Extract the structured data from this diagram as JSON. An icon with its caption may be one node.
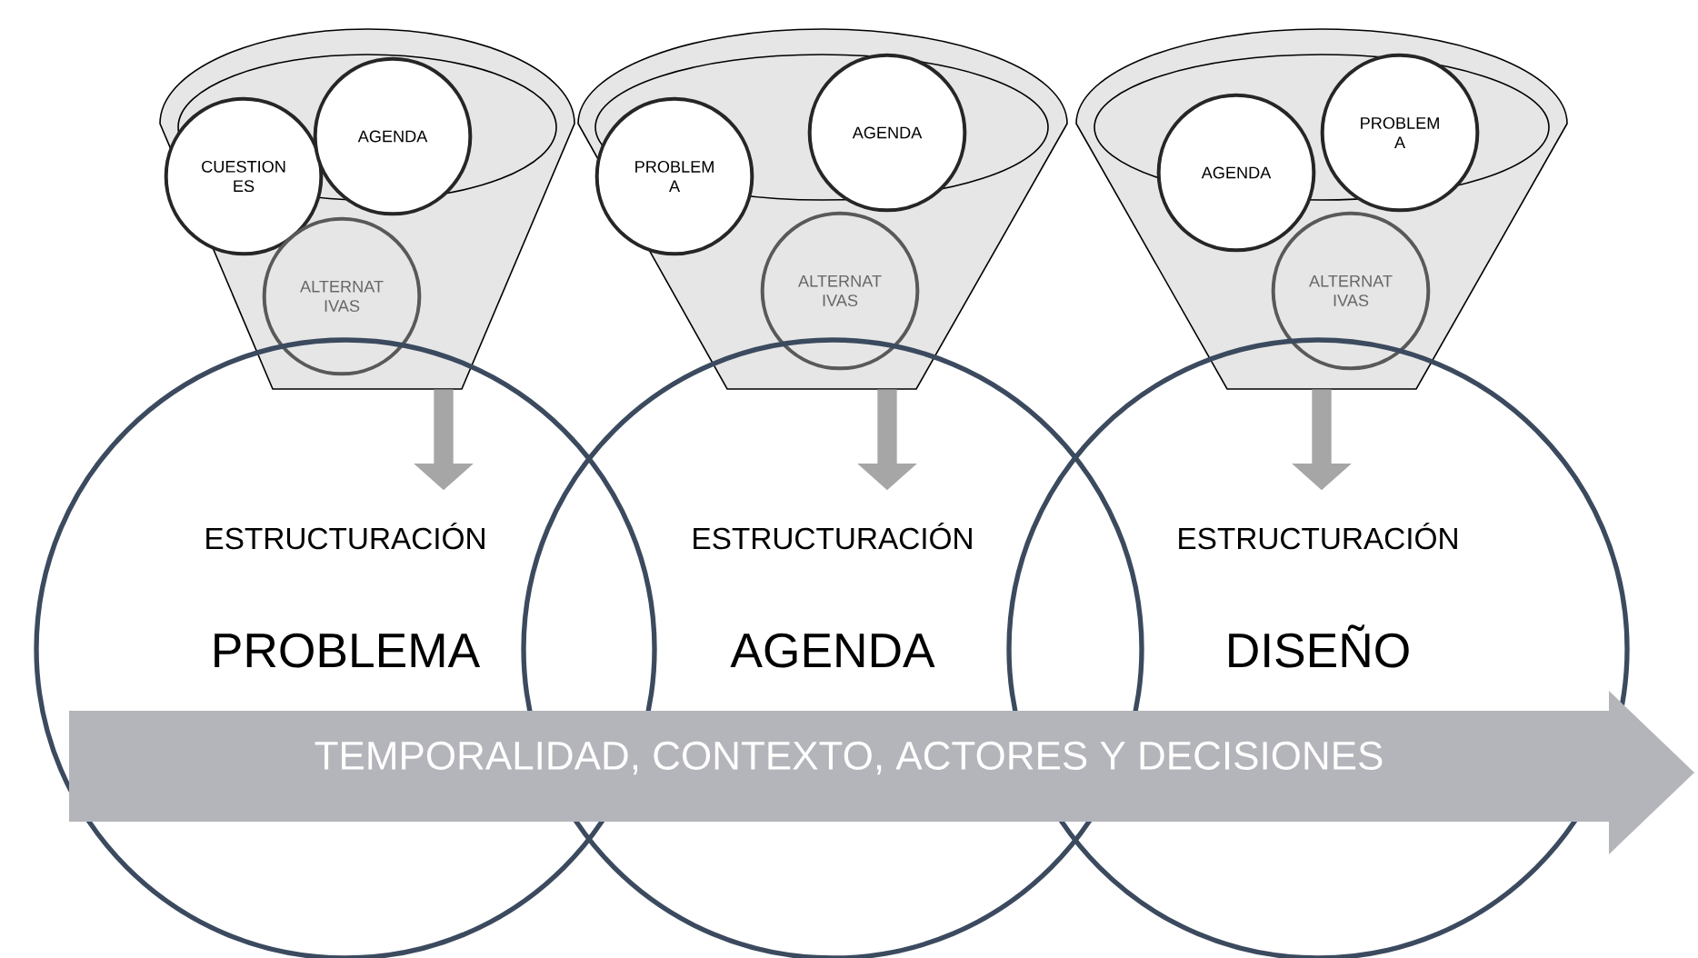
{
  "diagram": {
    "nodes": [
      {
        "text": [],
        "shape": "funnel"
      },
      {
        "text": [
          "CUESTION ES"
        ],
        "in": 0
      },
      {
        "text": [
          "AGENDA"
        ],
        "in": 0
      },
      {
        "text": [
          "ALTERNAT IVAS"
        ],
        "in": 0
      },
      {
        "text": [],
        "shape": "funnel"
      },
      {
        "text": [
          "PROBLEM A"
        ],
        "in": 4
      },
      {
        "text": [
          "AGENDA"
        ],
        "in": 4
      },
      {
        "text": [
          "ALTERNAT IVAS"
        ],
        "in": 4
      },
      {
        "text": [],
        "shape": "funnel"
      },
      {
        "text": [
          "AGENDA"
        ],
        "in": 8
      },
      {
        "text": [
          "PROBLEM A"
        ],
        "in": 8
      },
      {
        "text": [
          "ALTERNAT IVAS"
        ],
        "in": 8
      },
      {
        "text": [
          "ESTRUCTURACIÓN",
          "PROBLEMA"
        ]
      },
      {
        "text": [
          "ESTRUCTURACIÓN",
          "AGENDA"
        ]
      },
      {
        "text": [
          "ESTRUCTURACIÓN",
          "DISEÑO"
        ]
      },
      {
        "text": [
          "TEMPORALIDAD, CONTEXTO, ACTORES Y DECISIONES"
        ]
      }
    ],
    "edges": [
      {
        "from": 0,
        "to": 12,
        "arrow": "to"
      },
      {
        "from": 4,
        "to": 13,
        "arrow": "to"
      },
      {
        "from": 8,
        "to": 14,
        "arrow": "to"
      }
    ]
  }
}
